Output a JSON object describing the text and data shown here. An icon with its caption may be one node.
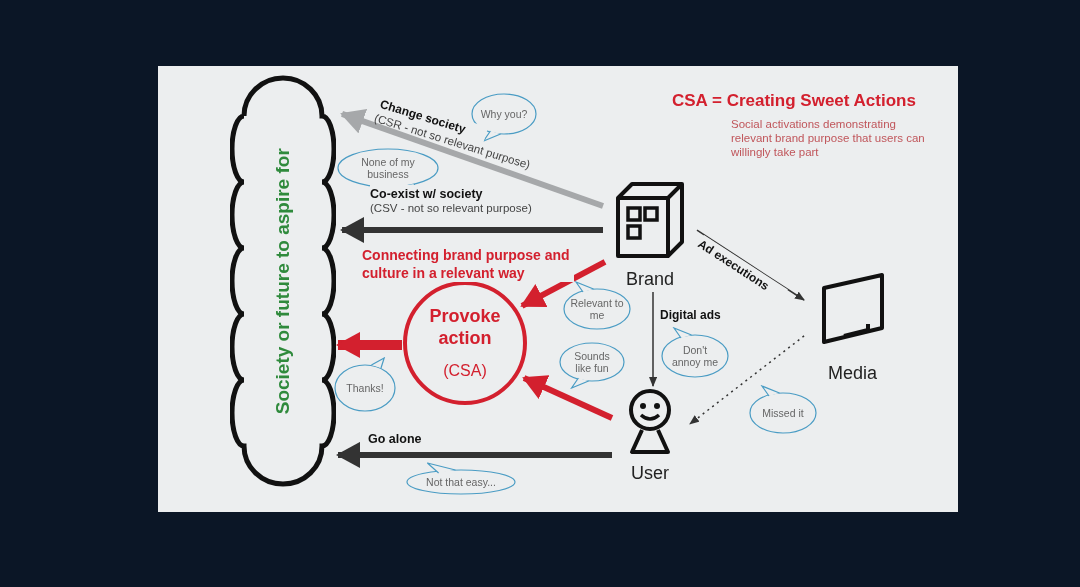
{
  "diagram": {
    "title": "CSA = Creating Sweet Actions",
    "nodes": [
      {
        "text": [
          "Society or future to aspire for"
        ]
      },
      {
        "text": [
          "Brand"
        ]
      },
      {
        "text": [
          "Media"
        ]
      },
      {
        "text": [
          "User"
        ]
      },
      {
        "text": [
          "Provoke action",
          "(CSA)"
        ]
      },
      {
        "text": [
          "Why you?"
        ]
      },
      {
        "text": [
          "None of my business"
        ]
      },
      {
        "text": [
          "Relevant to me"
        ]
      },
      {
        "text": [
          "Sounds like fun"
        ]
      },
      {
        "text": [
          "Thanks!"
        ]
      },
      {
        "text": [
          "Don't annoy me"
        ]
      },
      {
        "text": [
          "Missed it"
        ]
      },
      {
        "text": [
          "Not that easy..."
        ]
      }
    ],
    "edges": [
      {
        "from": 1,
        "to": 0,
        "arrow": "to",
        "label": "Change society",
        "color": "#a6a8aa"
      },
      {
        "from": 1,
        "to": 0,
        "arrow": "to",
        "label": "Co-exist w/ society"
      },
      {
        "from": 1,
        "to": 4,
        "arrow": "to",
        "label": "Connecting brand purpose and culture in a relevant way",
        "color": "#d3202e"
      },
      {
        "from": 3,
        "to": 4,
        "arrow": "to",
        "color": "#d3202e"
      },
      {
        "from": 4,
        "to": 0,
        "arrow": "to",
        "color": "#d3202e"
      },
      {
        "from": 3,
        "to": 0,
        "arrow": "to",
        "label": "Go alone"
      },
      {
        "from": 1,
        "to": 2,
        "arrow": "to",
        "label": "Ad executions"
      },
      {
        "from": 1,
        "to": 3,
        "arrow": "to",
        "label": "Digital ads"
      },
      {
        "from": 2,
        "to": 3,
        "arrow": "to",
        "style": "dashed"
      }
    ],
    "labels": [
      "Social activations demonstrating relevant brand purpose that users can willingly take part",
      "(CSR - not so relevant purpose)",
      "(CSV - not so relevant purpose)"
    ]
  }
}
